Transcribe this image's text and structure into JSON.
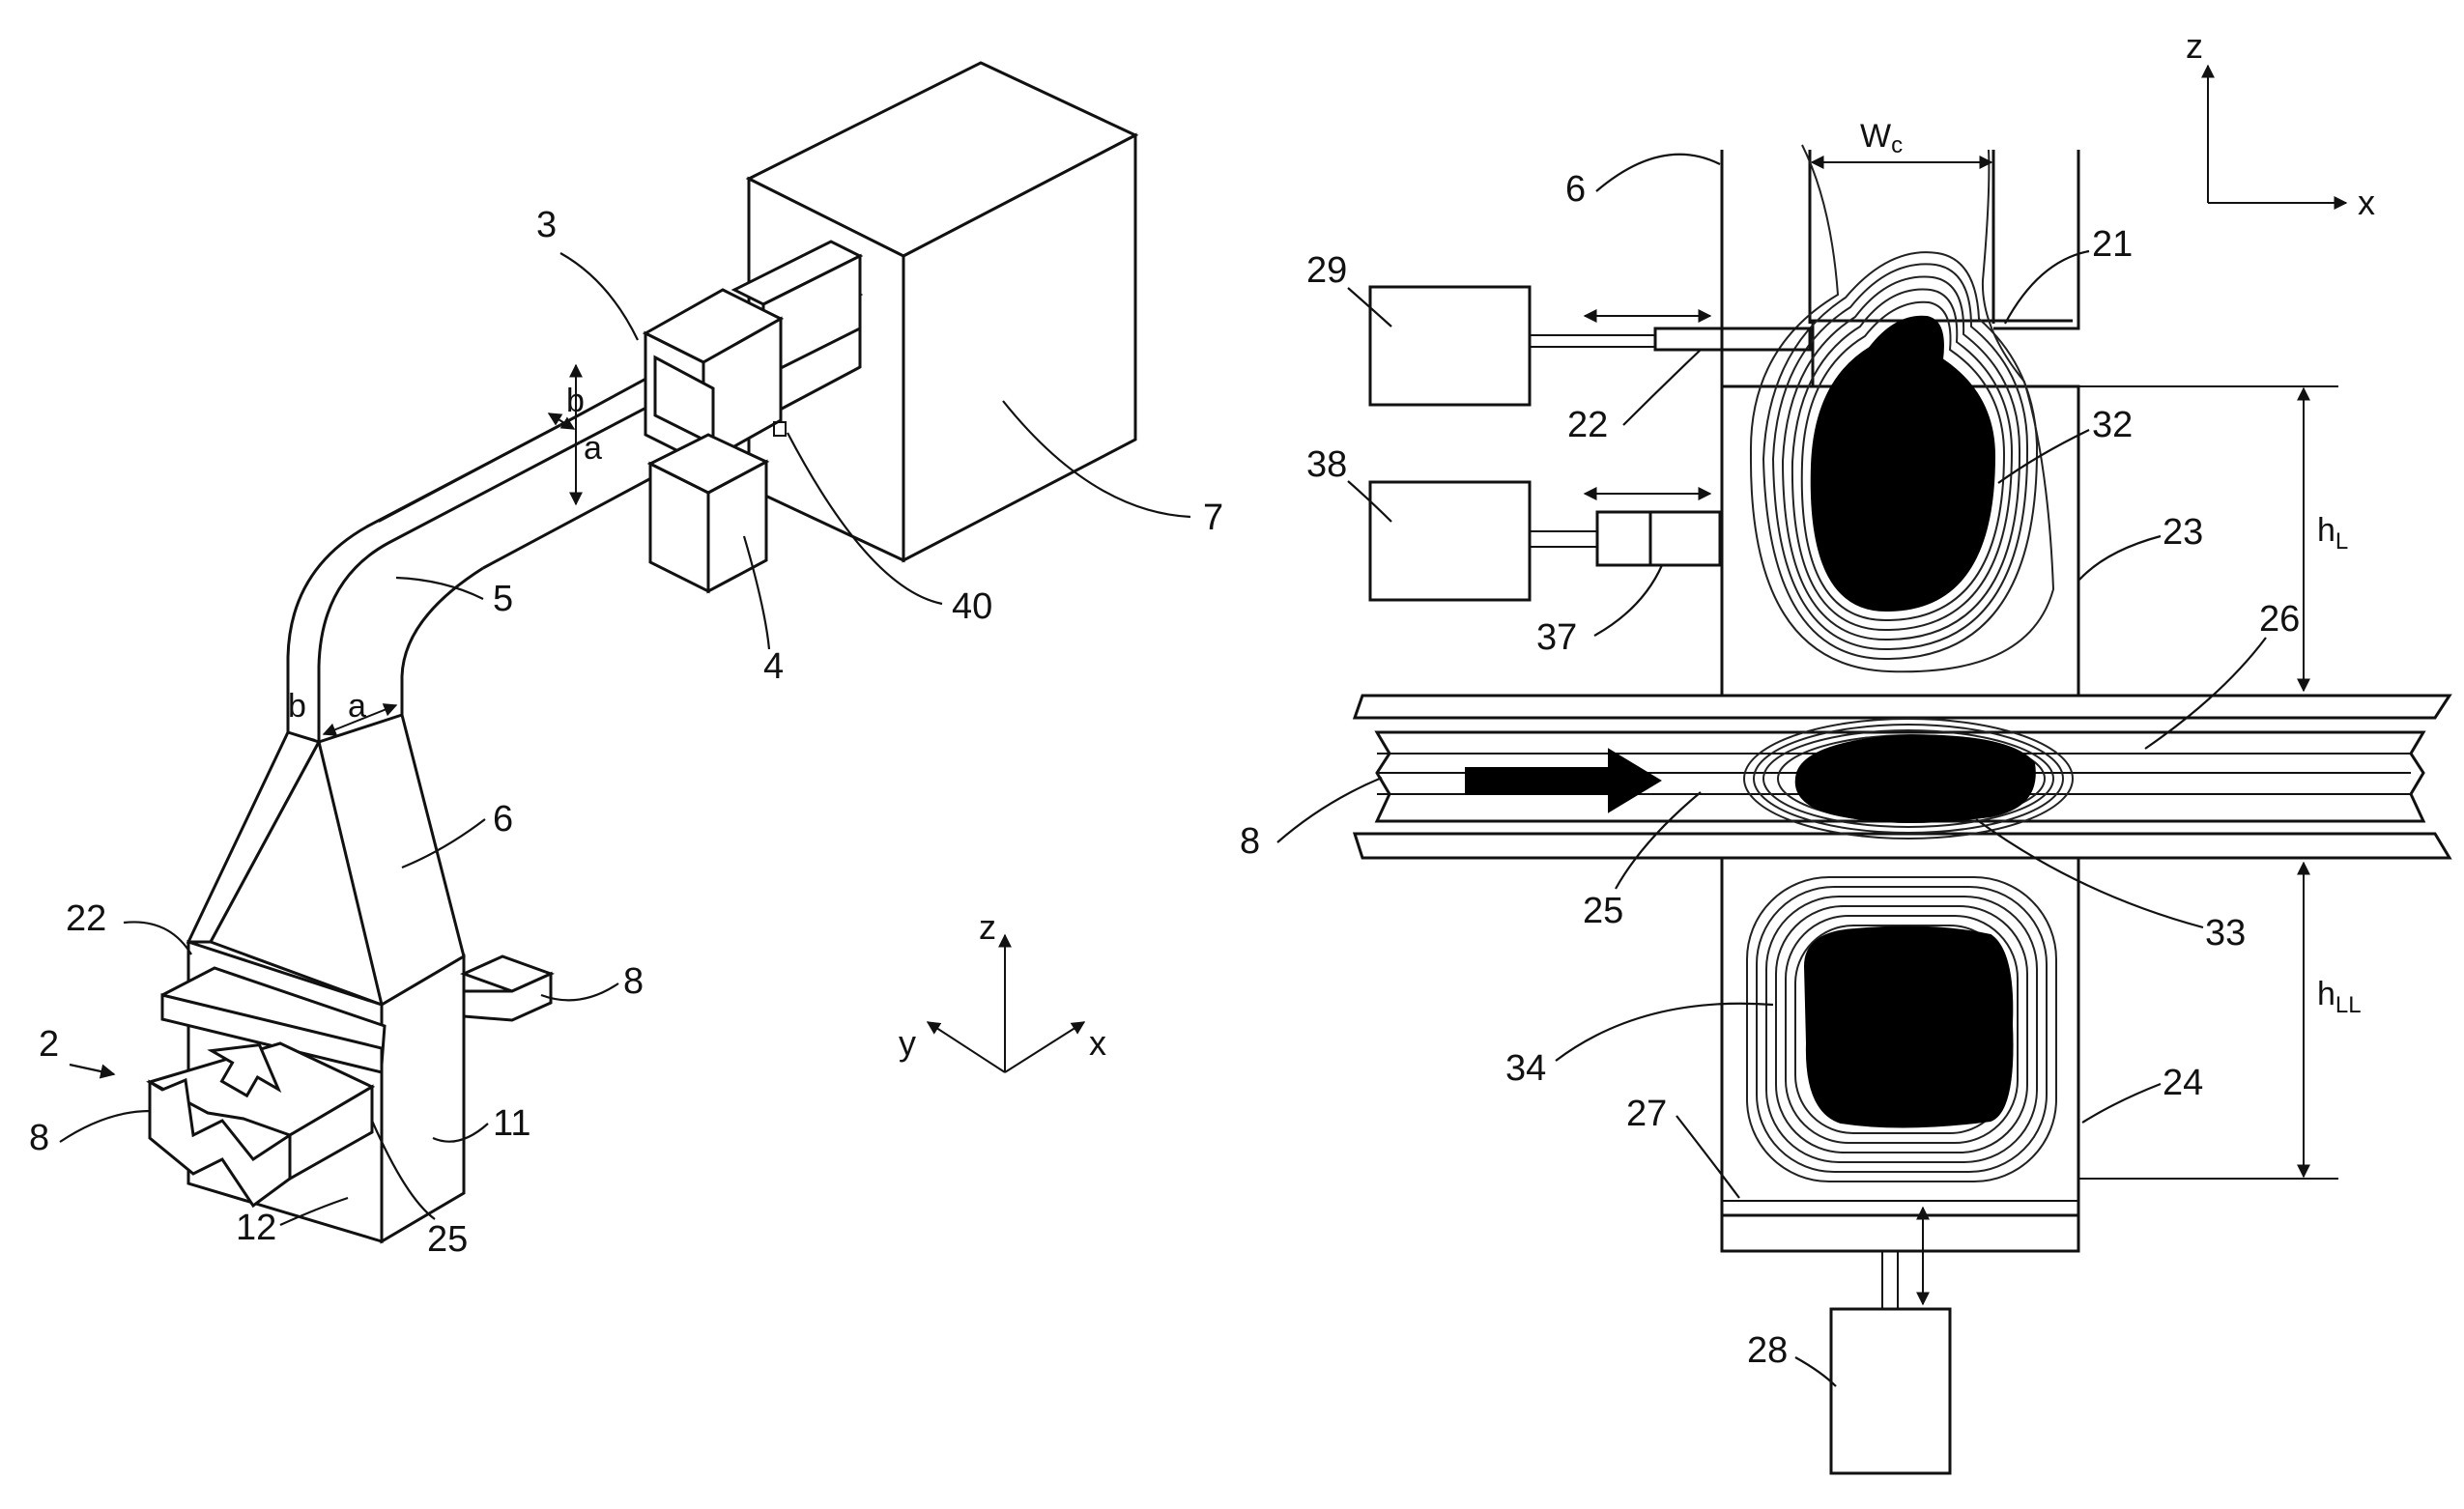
{
  "labels": {
    "n2": "2",
    "n3": "3",
    "n4": "4",
    "n5": "5",
    "n6": "6",
    "n7": "7",
    "n8": "8",
    "n11": "11",
    "n12": "12",
    "n21": "21",
    "n22": "22",
    "n23": "23",
    "n24": "24",
    "n25": "25",
    "n26": "26",
    "n27": "27",
    "n28": "28",
    "n29": "29",
    "n32": "32",
    "n33": "33",
    "n34": "34",
    "n37": "37",
    "n38": "38",
    "n40": "40"
  },
  "dimensions": {
    "a": "a",
    "b": "b",
    "wc_main": "W",
    "wc_sub": "c",
    "hl_main": "h",
    "hl_sub": "L",
    "hll_main": "h",
    "hll_sub": "LL"
  },
  "axes_left": {
    "z": "z",
    "y": "y",
    "x": "x"
  },
  "axes_right": {
    "z": "z",
    "x": "x"
  }
}
